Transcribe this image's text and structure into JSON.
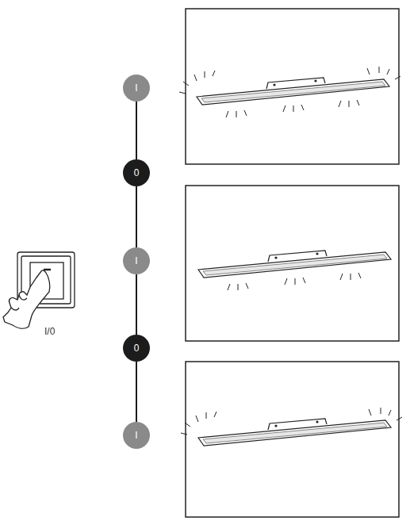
{
  "diagram": {
    "nodes": [
      {
        "text": [
          "I"
        ]
      },
      {
        "text": [
          "0"
        ]
      },
      {
        "text": [
          "I"
        ]
      },
      {
        "text": [
          "0"
        ]
      },
      {
        "text": [
          "I"
        ]
      }
    ],
    "edges": [
      {
        "from": 0,
        "to": 1,
        "arrow": "none"
      },
      {
        "from": 1,
        "to": 2,
        "arrow": "none"
      },
      {
        "from": 2,
        "to": 3,
        "arrow": "none"
      },
      {
        "from": 3,
        "to": 4,
        "arrow": "none"
      }
    ],
    "labels": [
      "I/0"
    ]
  }
}
